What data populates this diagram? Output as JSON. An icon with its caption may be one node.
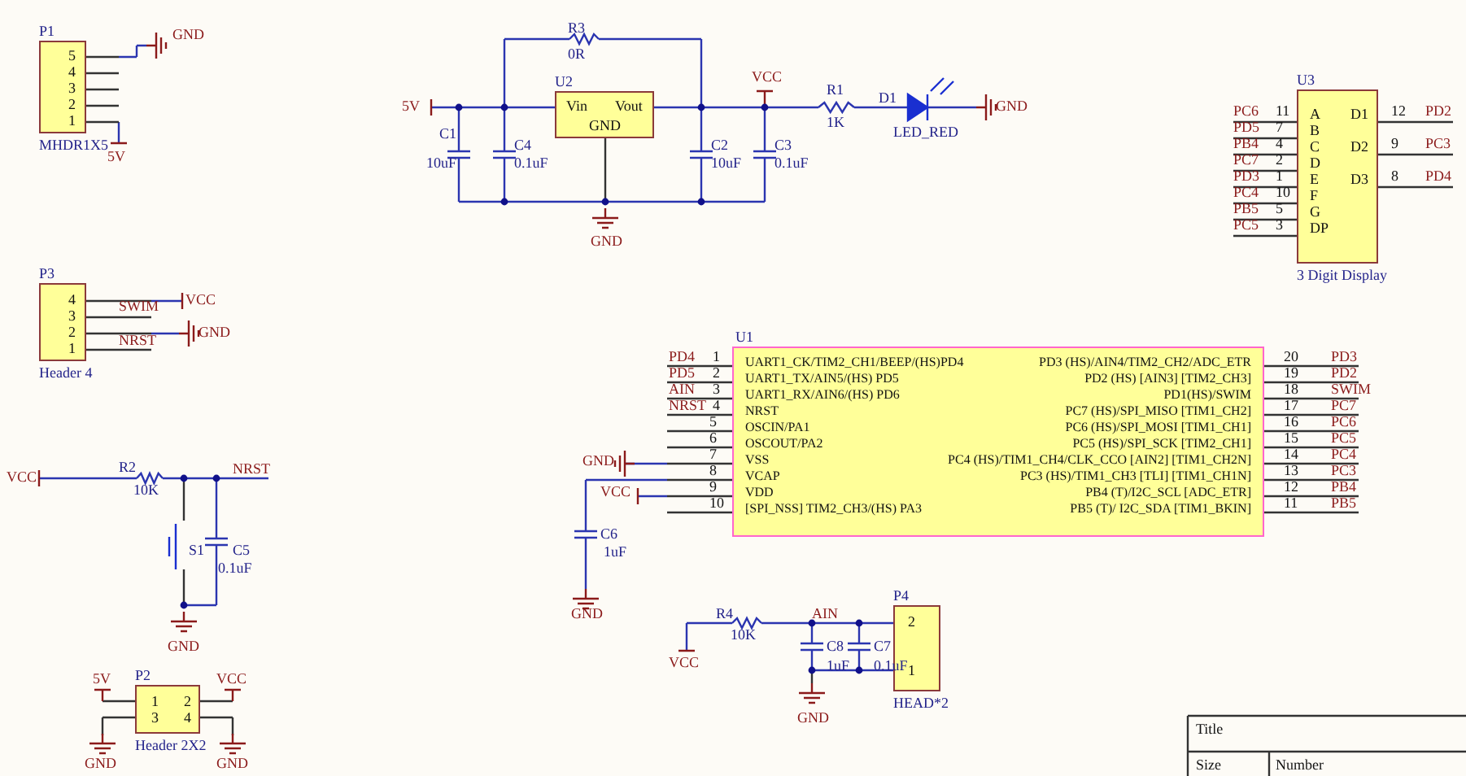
{
  "diagram": {
    "nodes": [
      {
        "text": [
          "5",
          "4",
          "3",
          "2",
          "1"
        ],
        "beside": [
          "P1",
          "MHDR1X5"
        ]
      },
      {
        "text": [
          "Vin",
          "Vout",
          "GND"
        ],
        "beside": [
          "U2"
        ]
      },
      {
        "text": [
          "A",
          "B",
          "C",
          "D",
          "E",
          "F",
          "G",
          "DP",
          "D1",
          "D2",
          "D3"
        ],
        "beside": [
          "U3",
          "3 Digit Display"
        ]
      },
      {
        "text": [
          "4",
          "3",
          "2",
          "1"
        ],
        "beside": [
          "P3",
          "Header 4"
        ]
      },
      {
        "text": [
          "UART1_CK/TIM2_CH1/BEEP/(HS)PD4",
          "UART1_TX/AIN5/(HS) PD5",
          "UART1_RX/AIN6/(HS) PD6",
          "NRST",
          "OSCIN/PA1",
          "OSCOUT/PA2",
          "VSS",
          "VCAP",
          "VDD",
          "[SPI_NSS] TIM2_CH3/(HS) PA3",
          "PD3 (HS)/AIN4/TIM2_CH2/ADC_ETR",
          "PD2 (HS) [AIN3] [TIM2_CH3]",
          "PD1(HS)/SWIM",
          "PC7 (HS)/SPI_MISO [TIM1_CH2]",
          "PC6 (HS)/SPI_MOSI [TIM1_CH1]",
          "PC5 (HS)/SPI_SCK [TIM2_CH1]",
          "PC4 (HS)/TIM1_CH4/CLK_CCO [AIN2] [TIM1_CH2N]",
          "PC3 (HS)/TIM1_CH3 [TLI] [TIM1_CH1N]",
          "PB4 (T)/I2C_SCL [ADC_ETR]",
          "PB5 (T)/ I2C_SDA [TIM1_BKIN]"
        ],
        "beside": [
          "U1"
        ]
      },
      {
        "text": [
          "1",
          "2",
          "3",
          "4"
        ],
        "beside": [
          "P2",
          "Header 2X2"
        ]
      },
      {
        "text": [
          "2",
          "1"
        ],
        "beside": [
          "P4",
          "HEAD*2"
        ]
      }
    ],
    "labels": [
      "GND",
      "5V",
      "R3",
      "0R",
      "5V",
      "C1",
      "10uF",
      "C4",
      "0.1uF",
      "VCC",
      "R1",
      "1K",
      "D1",
      "LED_RED",
      "GND",
      "C2",
      "10uF",
      "C3",
      "0.1uF",
      "GND",
      "PC6",
      "11",
      "PD5",
      "7",
      "PB4",
      "4",
      "PC7",
      "2",
      "PD3",
      "1",
      "PC4",
      "10",
      "PB5",
      "5",
      "PC5",
      "3",
      "12",
      "PD2",
      "9",
      "PC3",
      "8",
      "PD4",
      "VCC",
      "SWIM",
      "GND",
      "NRST",
      "PD4",
      "1",
      "PD5",
      "2",
      "AIN",
      "3",
      "NRST",
      "4",
      "5",
      "6",
      "7",
      "8",
      "9",
      "10",
      "GND",
      "VCC",
      "C6",
      "1uF",
      "GND",
      "20",
      "PD3",
      "19",
      "PD2",
      "18",
      "SWIM",
      "17",
      "PC7",
      "16",
      "PC6",
      "15",
      "PC5",
      "14",
      "PC4",
      "13",
      "PC3",
      "12",
      "PB4",
      "11",
      "PB5",
      "VCC",
      "R2",
      "10K",
      "NRST",
      "S1",
      "C5",
      "0.1uF",
      "GND",
      "5V",
      "VCC",
      "GND",
      "GND",
      "R4",
      "10K",
      "AIN",
      "VCC",
      "C8",
      "1uF",
      "C7",
      "0.1uF",
      "GND",
      "Title",
      "Size",
      "Number"
    ]
  }
}
